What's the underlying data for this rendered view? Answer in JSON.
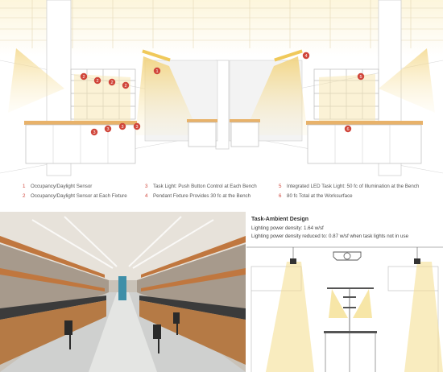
{
  "legend": [
    {
      "num": "1",
      "text": "Occupancy/Daylight Sensor"
    },
    {
      "num": "2",
      "text": "Occupancy/Daylight Sensor at Each Fixture"
    },
    {
      "num": "3",
      "text": "Task Light: Push Button Control at Each Bench"
    },
    {
      "num": "4",
      "text": "Pendant Fixture Provides 30 fc at the Bench"
    },
    {
      "num": "5",
      "text": "Integrated LED Task Light: 50 fc of Illumination at the Bench"
    },
    {
      "num": "6",
      "text": "80 fc Total at the Worksurface"
    }
  ],
  "callouts": [
    "1",
    "2",
    "2",
    "2",
    "2",
    "3",
    "3",
    "3",
    "3",
    "4",
    "5",
    "6"
  ],
  "section": {
    "title": "Task-Ambient Design",
    "line1": "Lighting power density: 1.64 w/sf",
    "line2": "Lighting power density reduced to: 0.87 w/sf  when task lights not in use"
  },
  "colors": {
    "callout": "#d0463b",
    "wood": "#e8b26a",
    "light": "#f4dd8a"
  }
}
